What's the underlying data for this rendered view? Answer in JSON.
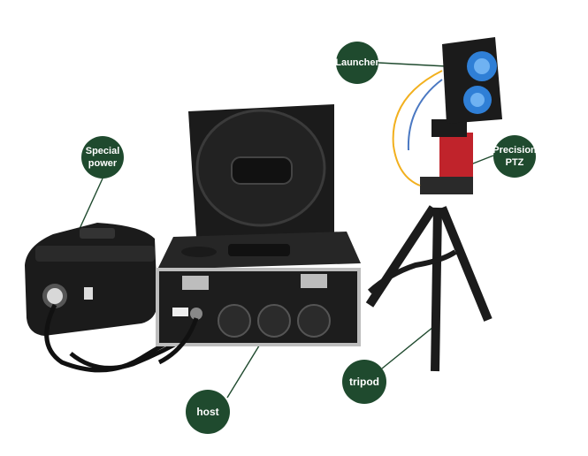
{
  "colors": {
    "label_bg": "#1f4a2e",
    "equipment": "#1b1b1b",
    "case_metal": "#bdbdbd",
    "lens_blue": "#2f7fd6",
    "ptz_red": "#c0232b"
  },
  "labels": {
    "launcher": "Launcher",
    "precision_ptz": "Precision\nPTZ",
    "special_power": "Special\npower",
    "host": "host",
    "tripod": "tripod"
  }
}
